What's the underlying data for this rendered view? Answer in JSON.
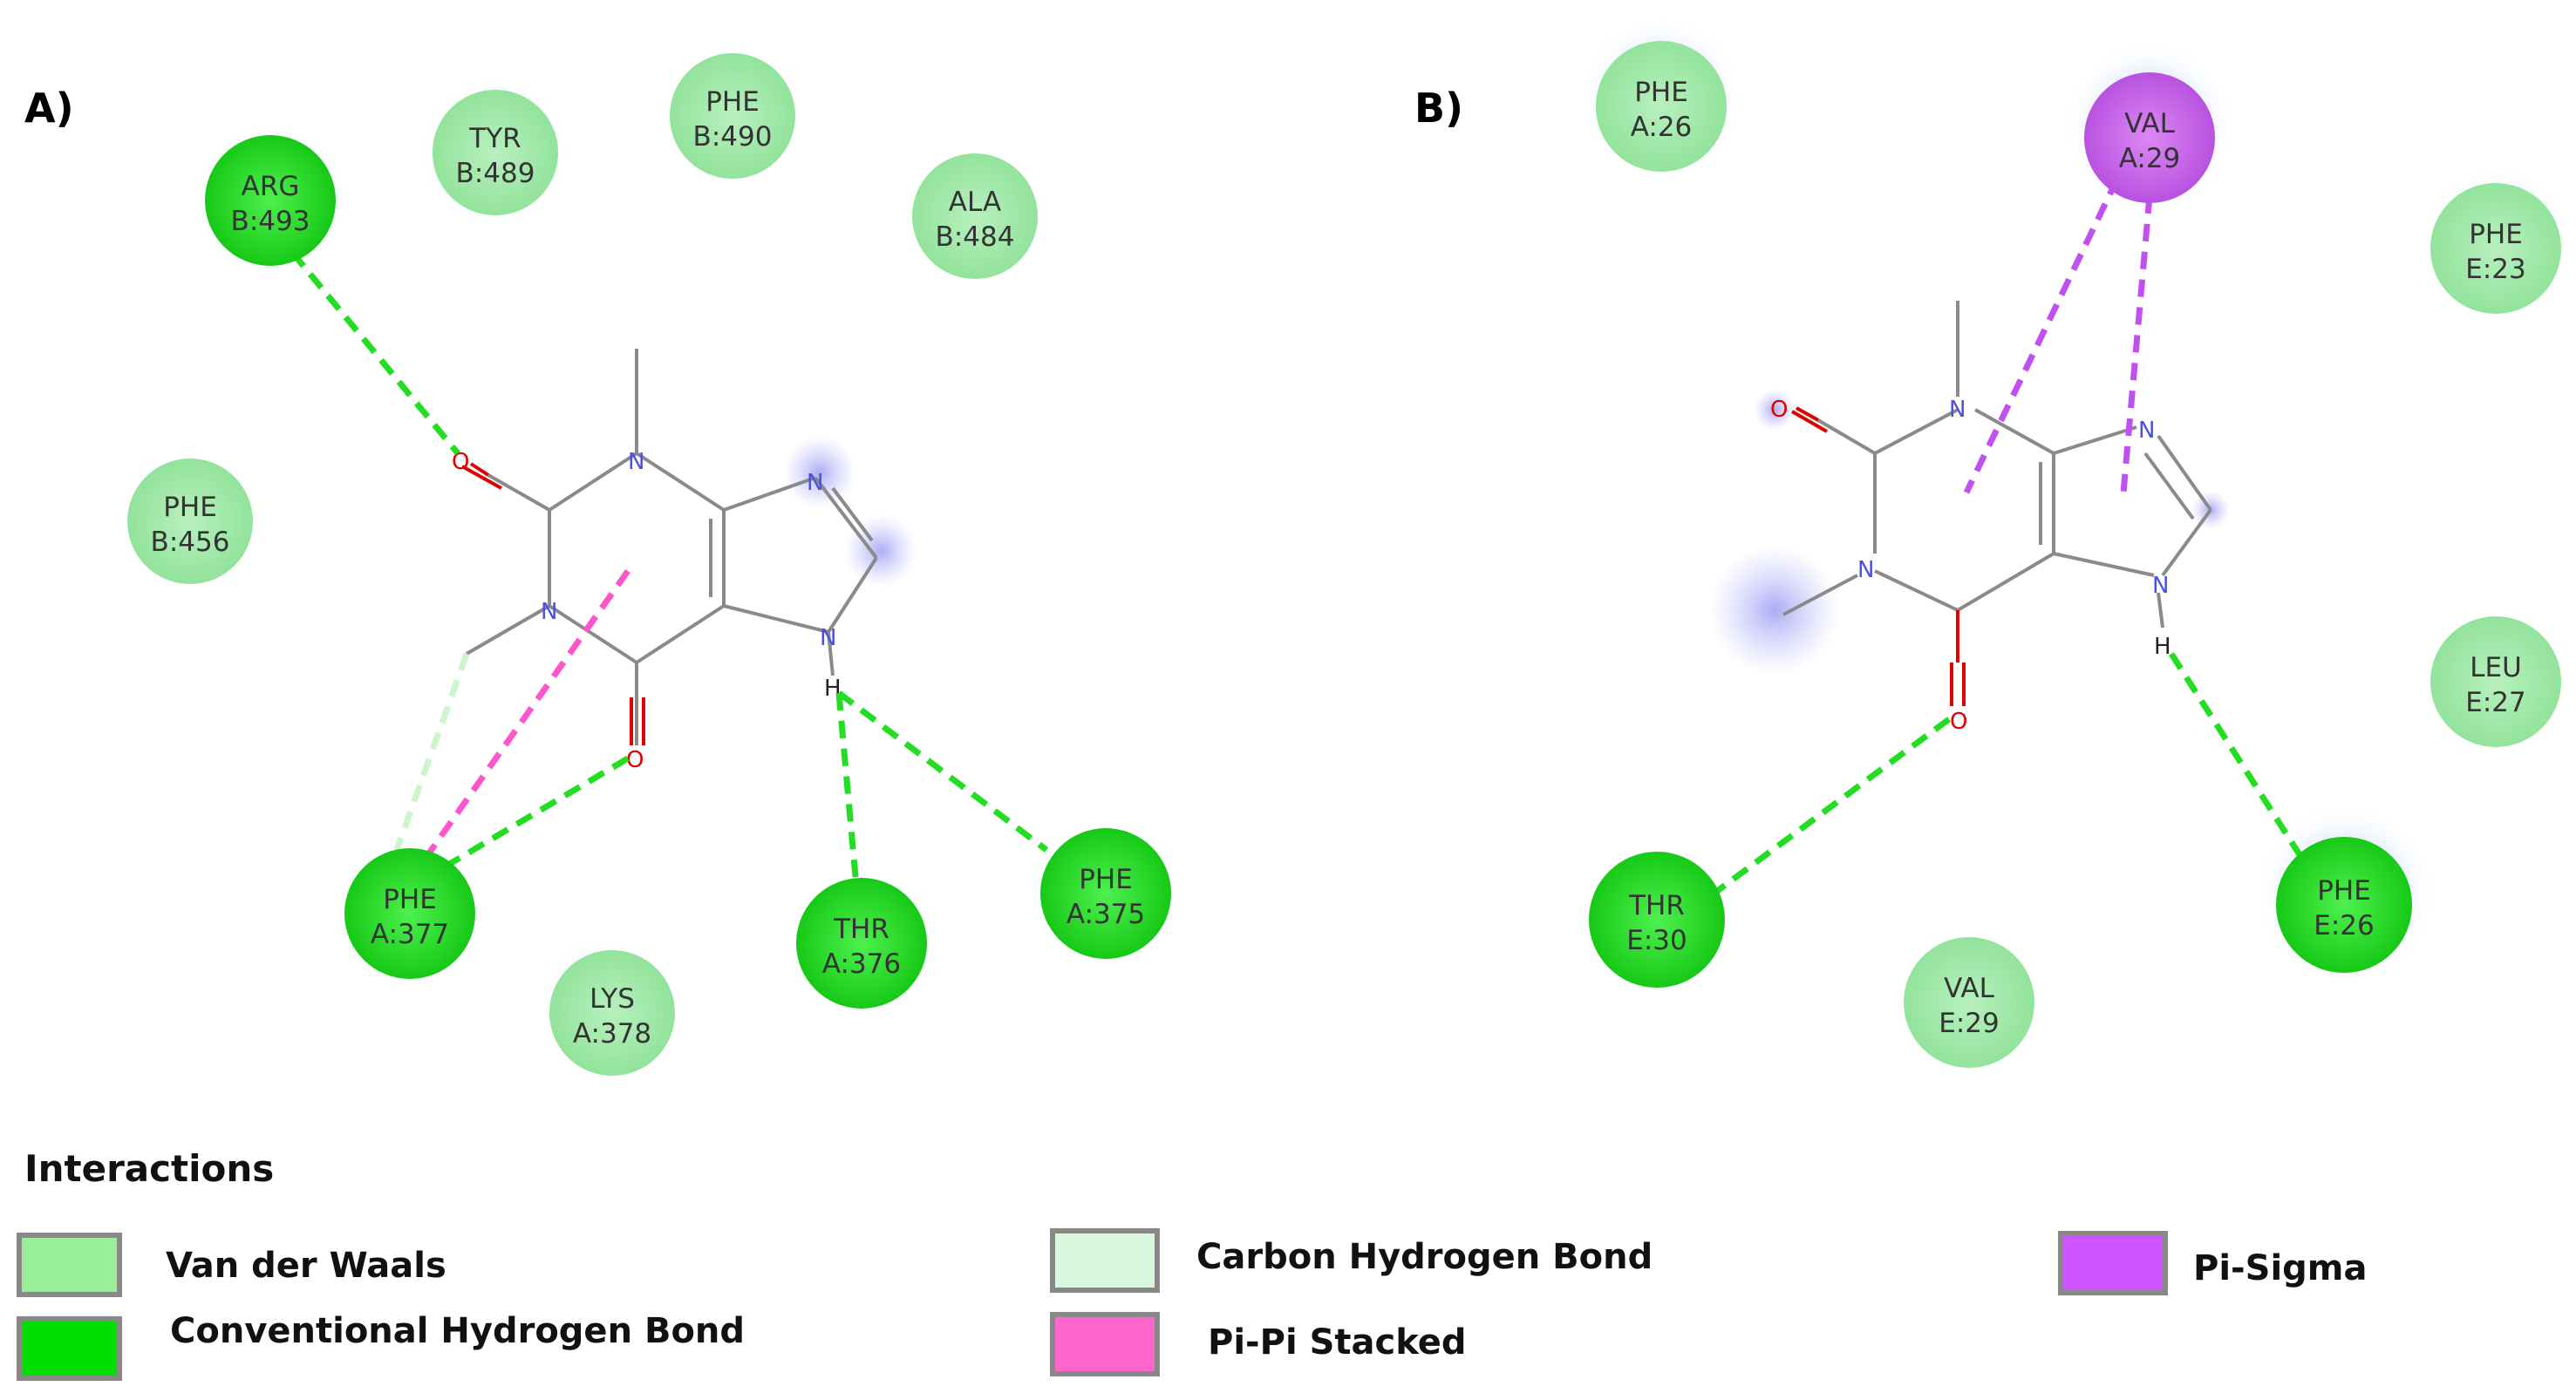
{
  "panels": [
    {
      "id": "A",
      "label": "A)",
      "residues": [
        {
          "name": "ARG",
          "id": "B:493",
          "type": "hbond"
        },
        {
          "name": "TYR",
          "id": "B:489",
          "type": "vdw"
        },
        {
          "name": "PHE",
          "id": "B:490",
          "type": "vdw"
        },
        {
          "name": "ALA",
          "id": "B:484",
          "type": "vdw"
        },
        {
          "name": "PHE",
          "id": "B:456",
          "type": "vdw"
        },
        {
          "name": "PHE",
          "id": "A:377",
          "type": "hbond"
        },
        {
          "name": "LYS",
          "id": "A:378",
          "type": "vdw"
        },
        {
          "name": "THR",
          "id": "A:376",
          "type": "hbond"
        },
        {
          "name": "PHE",
          "id": "A:375",
          "type": "hbond"
        }
      ]
    },
    {
      "id": "B",
      "label": "B)",
      "residues": [
        {
          "name": "PHE",
          "id": "A:26",
          "type": "vdw"
        },
        {
          "name": "VAL",
          "id": "A:29",
          "type": "pisigma"
        },
        {
          "name": "PHE",
          "id": "E:23",
          "type": "vdw"
        },
        {
          "name": "LEU",
          "id": "E:27",
          "type": "vdw"
        },
        {
          "name": "THR",
          "id": "E:30",
          "type": "hbond"
        },
        {
          "name": "VAL",
          "id": "E:29",
          "type": "vdw"
        },
        {
          "name": "PHE",
          "id": "E:26",
          "type": "hbond"
        }
      ]
    }
  ],
  "atoms": {
    "O": "O",
    "N": "N",
    "H": "H"
  },
  "legend": {
    "title": "Interactions",
    "items": [
      {
        "key": "vdw",
        "label": "Van der Waals",
        "color": "#99ee99"
      },
      {
        "key": "hbond",
        "label": "Conventional Hydrogen Bond",
        "color": "#00e000"
      },
      {
        "key": "chbond",
        "label": "Carbon Hydrogen Bond",
        "color": "#d9f7dc"
      },
      {
        "key": "pipi",
        "label": "Pi-Pi Stacked",
        "color": "#ff66cc"
      },
      {
        "key": "pisigma",
        "label": "Pi-Sigma",
        "color": "#cc55ff"
      }
    ]
  },
  "colors": {
    "vdw_fill": "#a8ebb0",
    "hbond_fill": "#22dd22",
    "pisigma_fill": "#cc66ee",
    "hbond_line": "#22dd22",
    "chbond_line": "#ccf5cc",
    "pipi_line": "#ff55cc",
    "pisigma_line": "#c050f0",
    "bond": "#888888"
  }
}
